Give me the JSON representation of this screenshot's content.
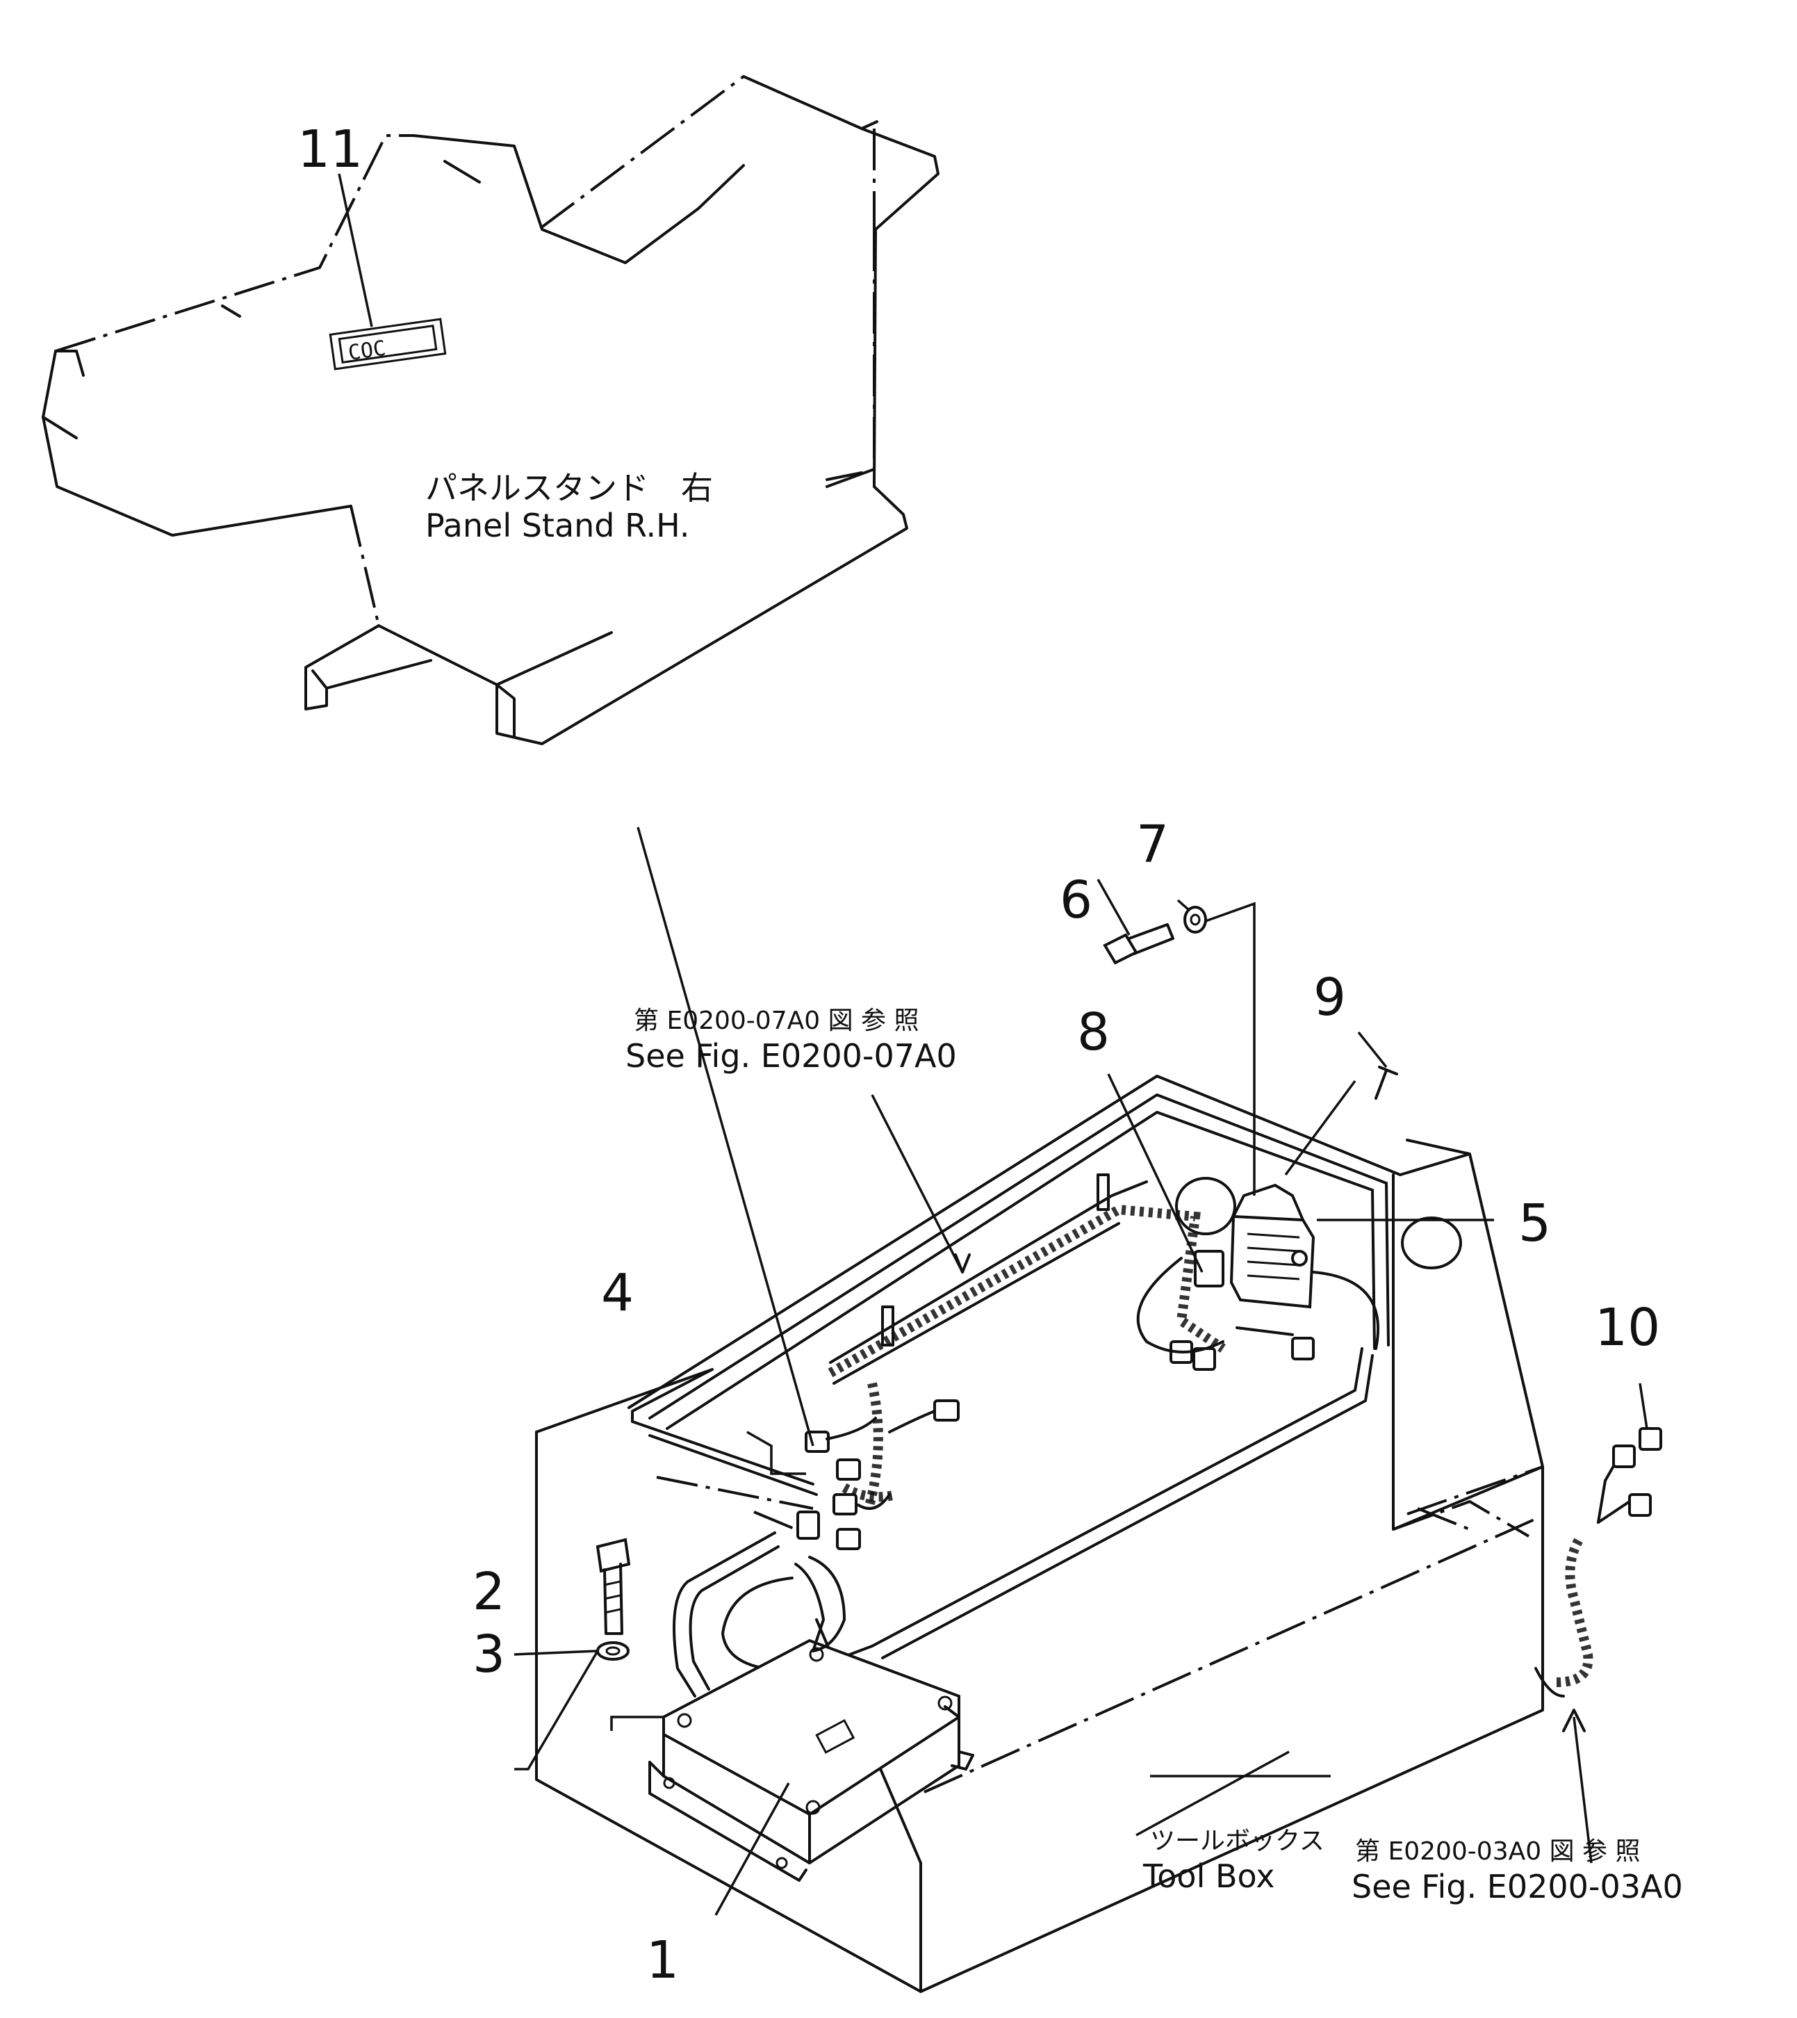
{
  "parts": [
    {
      "no": "1"
    },
    {
      "no": "2"
    },
    {
      "no": "3"
    },
    {
      "no": "4"
    },
    {
      "no": "5"
    },
    {
      "no": "6"
    },
    {
      "no": "7"
    },
    {
      "no": "8"
    },
    {
      "no": "9"
    },
    {
      "no": "10"
    },
    {
      "no": "11"
    }
  ],
  "panel_stand": {
    "jp": "パネルスタンド　右",
    "en": "Panel Stand R.H."
  },
  "plate_text": "COC",
  "tool_box": {
    "jp": "ツールボックス",
    "en": "Tool Box"
  },
  "ref_07": {
    "jp": "第 E0200-07A0 図 参 照",
    "en": "See Fig. E0200-07A0"
  },
  "ref_03": {
    "jp": "第 E0200-03A0 図 参 照",
    "en": "See Fig. E0200-03A0"
  }
}
